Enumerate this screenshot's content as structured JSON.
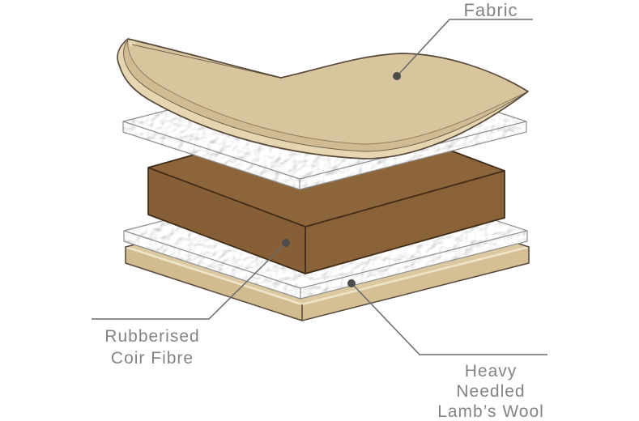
{
  "labels": {
    "fabric": "Fabric",
    "coir_line1": "Rubberised",
    "coir_line2": "Coir Fibre",
    "wool_line1": "Heavy",
    "wool_line2": "Needled",
    "wool_line3": "Lamb’s Wool"
  },
  "colors": {
    "label_text": "#848484",
    "leader_line": "#6a6a6a",
    "leader_dot": "#4c4c4c",
    "fabric_main": "#d9c59d",
    "fabric_band_outer": "#e5d5b1",
    "fabric_band_shade": "#d0bb92",
    "fabric_tip": "#e8dab6",
    "coir_top": "#8d653b",
    "coir_front_left": "#875f36",
    "coir_front_right": "#8a6238",
    "wool_white": "#ffffff",
    "base_top": "#dcc9a1",
    "base_front_left": "#d2bb8f",
    "base_front_right": "#d6bf95"
  }
}
